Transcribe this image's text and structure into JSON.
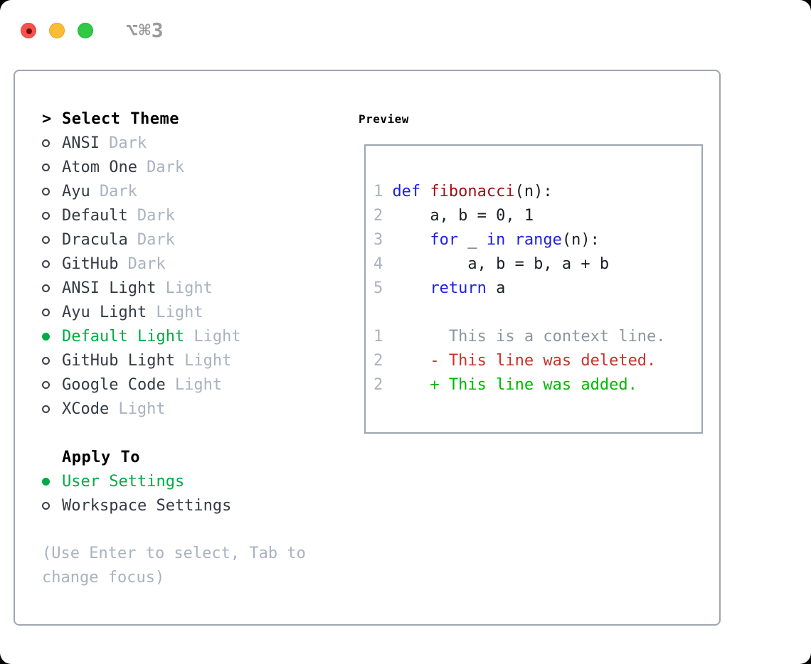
{
  "window": {
    "title": "⌥⌘3"
  },
  "theme_picker": {
    "heading_arrow": ">",
    "heading": "Select Theme",
    "items": [
      {
        "name": "ANSI",
        "variant": "Dark",
        "selected": false
      },
      {
        "name": "Atom One",
        "variant": "Dark",
        "selected": false
      },
      {
        "name": "Ayu",
        "variant": "Dark",
        "selected": false
      },
      {
        "name": "Default",
        "variant": "Dark",
        "selected": false
      },
      {
        "name": "Dracula",
        "variant": "Dark",
        "selected": false
      },
      {
        "name": "GitHub",
        "variant": "Dark",
        "selected": false
      },
      {
        "name": "ANSI Light",
        "variant": "Light",
        "selected": false
      },
      {
        "name": "Ayu Light",
        "variant": "Light",
        "selected": false
      },
      {
        "name": "Default Light",
        "variant": "Light",
        "selected": true
      },
      {
        "name": "GitHub Light",
        "variant": "Light",
        "selected": false
      },
      {
        "name": "Google Code",
        "variant": "Light",
        "selected": false
      },
      {
        "name": "XCode",
        "variant": "Light",
        "selected": false
      }
    ]
  },
  "apply_to": {
    "heading": "Apply To",
    "options": [
      {
        "name": "User Settings",
        "selected": true
      },
      {
        "name": "Workspace Settings",
        "selected": false
      }
    ]
  },
  "hint": "(Use Enter to select, Tab to change focus)",
  "preview": {
    "heading": "Preview",
    "lines": [
      {
        "num": "1",
        "segments": [
          {
            "text": "def",
            "style": "keyword"
          },
          {
            "text": " ",
            "style": "plain"
          },
          {
            "text": "fibonacci",
            "style": "function"
          },
          {
            "text": "(n):",
            "style": "plain"
          }
        ]
      },
      {
        "num": "2",
        "segments": [
          {
            "text": "    a, b = 0, 1",
            "style": "plain"
          }
        ]
      },
      {
        "num": "3",
        "segments": [
          {
            "text": "    ",
            "style": "plain"
          },
          {
            "text": "for",
            "style": "keyword"
          },
          {
            "text": " _ ",
            "style": "plain"
          },
          {
            "text": "in",
            "style": "keyword"
          },
          {
            "text": " ",
            "style": "plain"
          },
          {
            "text": "range",
            "style": "keyword"
          },
          {
            "text": "(n):",
            "style": "plain"
          }
        ]
      },
      {
        "num": "4",
        "segments": [
          {
            "text": "        a, b = b, a + b",
            "style": "plain"
          }
        ]
      },
      {
        "num": "5",
        "segments": [
          {
            "text": "    ",
            "style": "plain"
          },
          {
            "text": "return",
            "style": "keyword"
          },
          {
            "text": " a",
            "style": "plain"
          }
        ]
      },
      {
        "num": "",
        "segments": []
      },
      {
        "num": "1",
        "segments": [
          {
            "text": "      This is a context line.",
            "style": "context"
          }
        ]
      },
      {
        "num": "2",
        "segments": [
          {
            "text": "    - This line was deleted.",
            "style": "deleted"
          }
        ]
      },
      {
        "num": "2",
        "segments": [
          {
            "text": "    + This line was added.",
            "style": "added"
          }
        ]
      }
    ]
  },
  "colors": {
    "selection_green": "#00ab45",
    "keyword_blue": "#1e1ee6",
    "function_red": "#9b1111",
    "deleted_red": "#c8322a",
    "added_green": "#00b800",
    "muted_gray": "#a9b2bf",
    "context_gray": "#8e959e",
    "traffic_red": "#f5514d",
    "traffic_yellow": "#f9bd35",
    "traffic_green": "#30c844"
  }
}
